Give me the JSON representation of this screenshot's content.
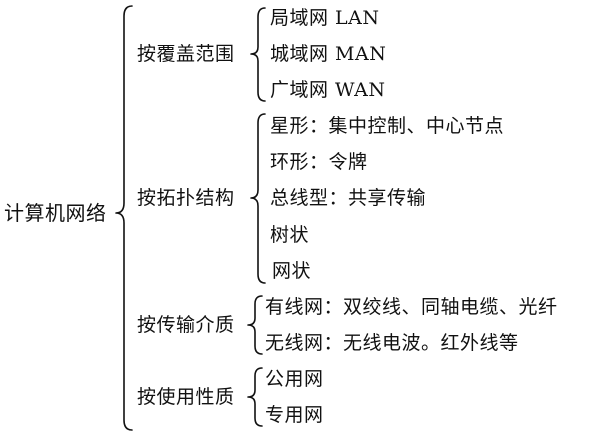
{
  "root": "计算机网络",
  "categories": [
    {
      "label": "按覆盖范围",
      "items": [
        "局域网 LAN",
        "城域网 MAN",
        "广域网 WAN"
      ]
    },
    {
      "label": "按拓扑结构",
      "items": [
        "星形：集中控制、中心节点",
        "环形：令牌",
        "总线型：共享传输",
        "树状",
        "网状"
      ]
    },
    {
      "label": "按传输介质",
      "items": [
        "有线网：双绞线、同轴电缆、光纤",
        "无线网：无线电波。红外线等"
      ]
    },
    {
      "label": "按使用性质",
      "items": [
        "公用网",
        "专用网"
      ]
    }
  ]
}
